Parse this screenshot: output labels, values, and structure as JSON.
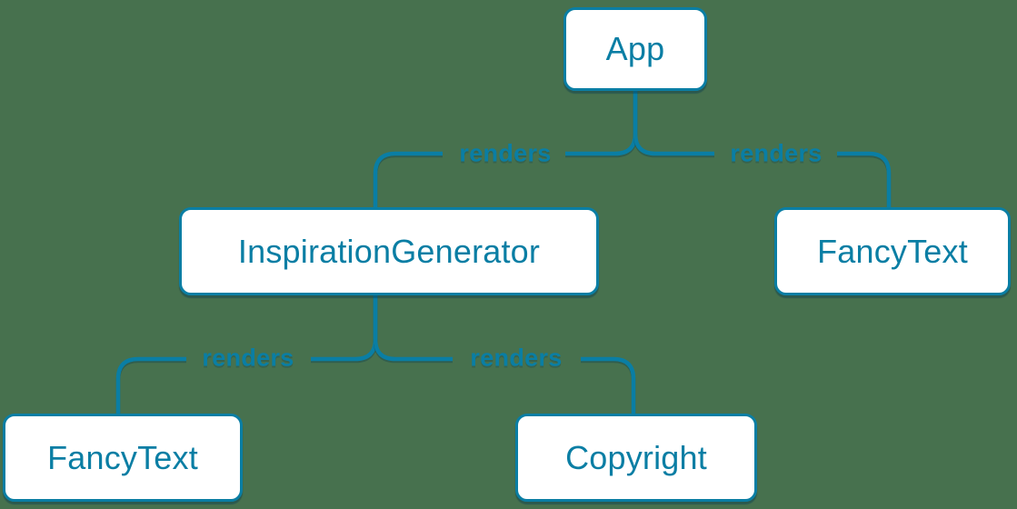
{
  "diagram": {
    "title": "react-render-tree",
    "colors": {
      "background": "#47714E",
      "accent": "#0A7EA4",
      "node_fill": "#FFFFFF",
      "shadow": "rgba(9,59,80,0.45)"
    },
    "nodes": {
      "app": {
        "label": "App"
      },
      "inspiration_generator": {
        "label": "InspirationGenerator"
      },
      "fancy_text_top_right": {
        "label": "FancyText"
      },
      "fancy_text_bottom_left": {
        "label": "FancyText"
      },
      "copyright": {
        "label": "Copyright"
      }
    },
    "edges": [
      {
        "from": "App",
        "to": "InspirationGenerator",
        "label": "renders"
      },
      {
        "from": "App",
        "to": "FancyText",
        "label": "renders"
      },
      {
        "from": "InspirationGenerator",
        "to": "FancyText",
        "label": "renders"
      },
      {
        "from": "InspirationGenerator",
        "to": "Copyright",
        "label": "renders"
      }
    ]
  }
}
